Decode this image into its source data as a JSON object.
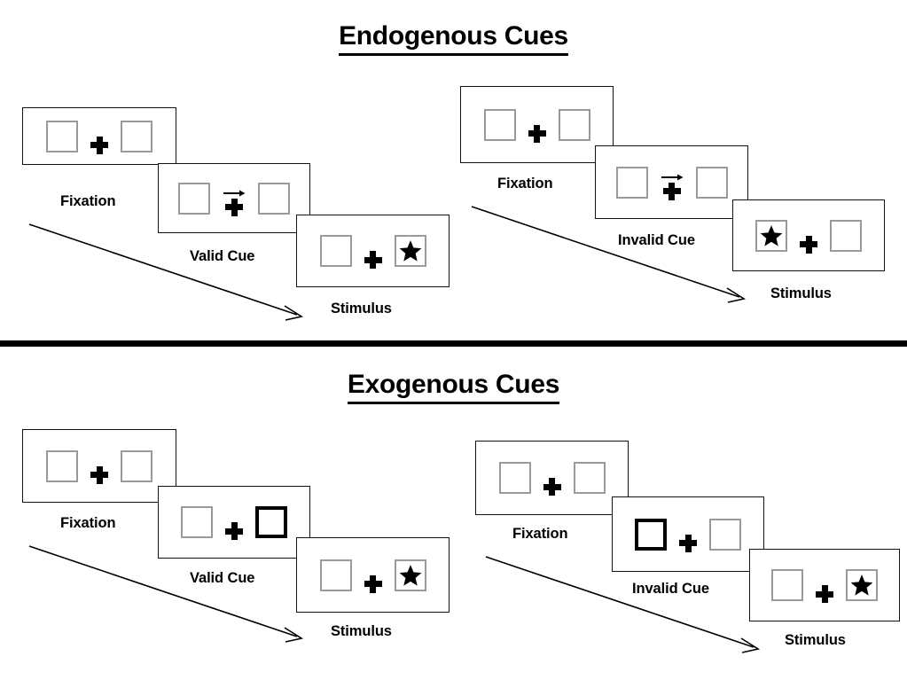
{
  "sections": [
    {
      "id": "endogenous",
      "title": "Endogenous Cues",
      "panels": [
        {
          "id": "endo-valid",
          "stages": [
            {
              "caption": "Fixation",
              "cue": "none",
              "left_content": "empty",
              "right_content": "empty"
            },
            {
              "caption": "Valid Cue",
              "cue": "arrow-right",
              "left_content": "empty",
              "right_content": "empty"
            },
            {
              "caption": "Stimulus",
              "cue": "none",
              "left_content": "empty",
              "right_content": "star"
            }
          ]
        },
        {
          "id": "endo-invalid",
          "stages": [
            {
              "caption": "Fixation",
              "cue": "none",
              "left_content": "empty",
              "right_content": "empty"
            },
            {
              "caption": "Invalid Cue",
              "cue": "arrow-right",
              "left_content": "empty",
              "right_content": "empty"
            },
            {
              "caption": "Stimulus",
              "cue": "none",
              "left_content": "star",
              "right_content": "empty"
            }
          ]
        }
      ]
    },
    {
      "id": "exogenous",
      "title": "Exogenous Cues",
      "panels": [
        {
          "id": "exo-valid",
          "stages": [
            {
              "caption": "Fixation",
              "cue": "none",
              "left_content": "empty",
              "right_content": "empty"
            },
            {
              "caption": "Valid Cue",
              "cue": "highlight-right",
              "left_content": "empty",
              "right_content": "empty"
            },
            {
              "caption": "Stimulus",
              "cue": "none",
              "left_content": "empty",
              "right_content": "star"
            }
          ]
        },
        {
          "id": "exo-invalid",
          "stages": [
            {
              "caption": "Fixation",
              "cue": "none",
              "left_content": "empty",
              "right_content": "empty"
            },
            {
              "caption": "Invalid Cue",
              "cue": "highlight-left",
              "left_content": "empty",
              "right_content": "empty"
            },
            {
              "caption": "Stimulus",
              "cue": "none",
              "left_content": "empty",
              "right_content": "star"
            }
          ]
        }
      ]
    }
  ],
  "icons": {
    "fixation_cross": "plus-icon",
    "cue_arrow": "arrow-right-icon",
    "target": "star-icon",
    "timeline": "timeline-arrow-icon"
  },
  "colors": {
    "ink": "#000000",
    "box_outline": "#9a9a9a",
    "frame_outline": "#111111",
    "background": "#ffffff"
  }
}
